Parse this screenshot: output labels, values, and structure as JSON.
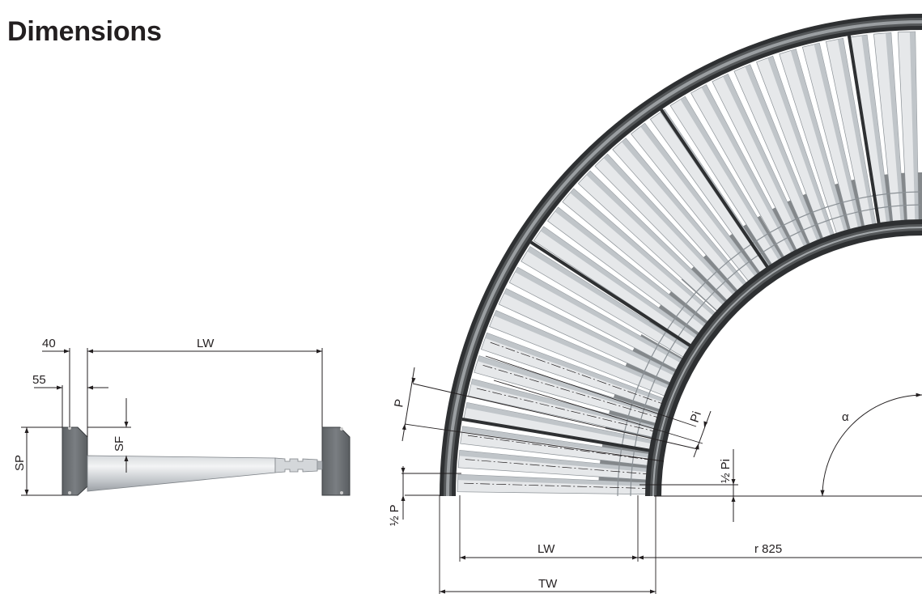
{
  "header": {
    "title": "Dimensions"
  },
  "side_view": {
    "labels": {
      "d40": "40",
      "d55": "55",
      "lw": "LW",
      "sf": "SF",
      "sp": "SP"
    }
  },
  "curve_view": {
    "labels": {
      "p": "P",
      "pi": "Pi",
      "half_pi": "½ Pi",
      "half_p": "½ P",
      "alpha": "α",
      "lw": "LW",
      "radius": "r 825",
      "tw": "TW"
    }
  },
  "colors": {
    "frame": "#55585a",
    "frame_dark": "#2e3032",
    "roller_light": "#e6e8ea",
    "roller_mid": "#b7bcc0",
    "roller_dark": "#8a9095",
    "plate": "#6f7377",
    "ink": "#231f20"
  }
}
